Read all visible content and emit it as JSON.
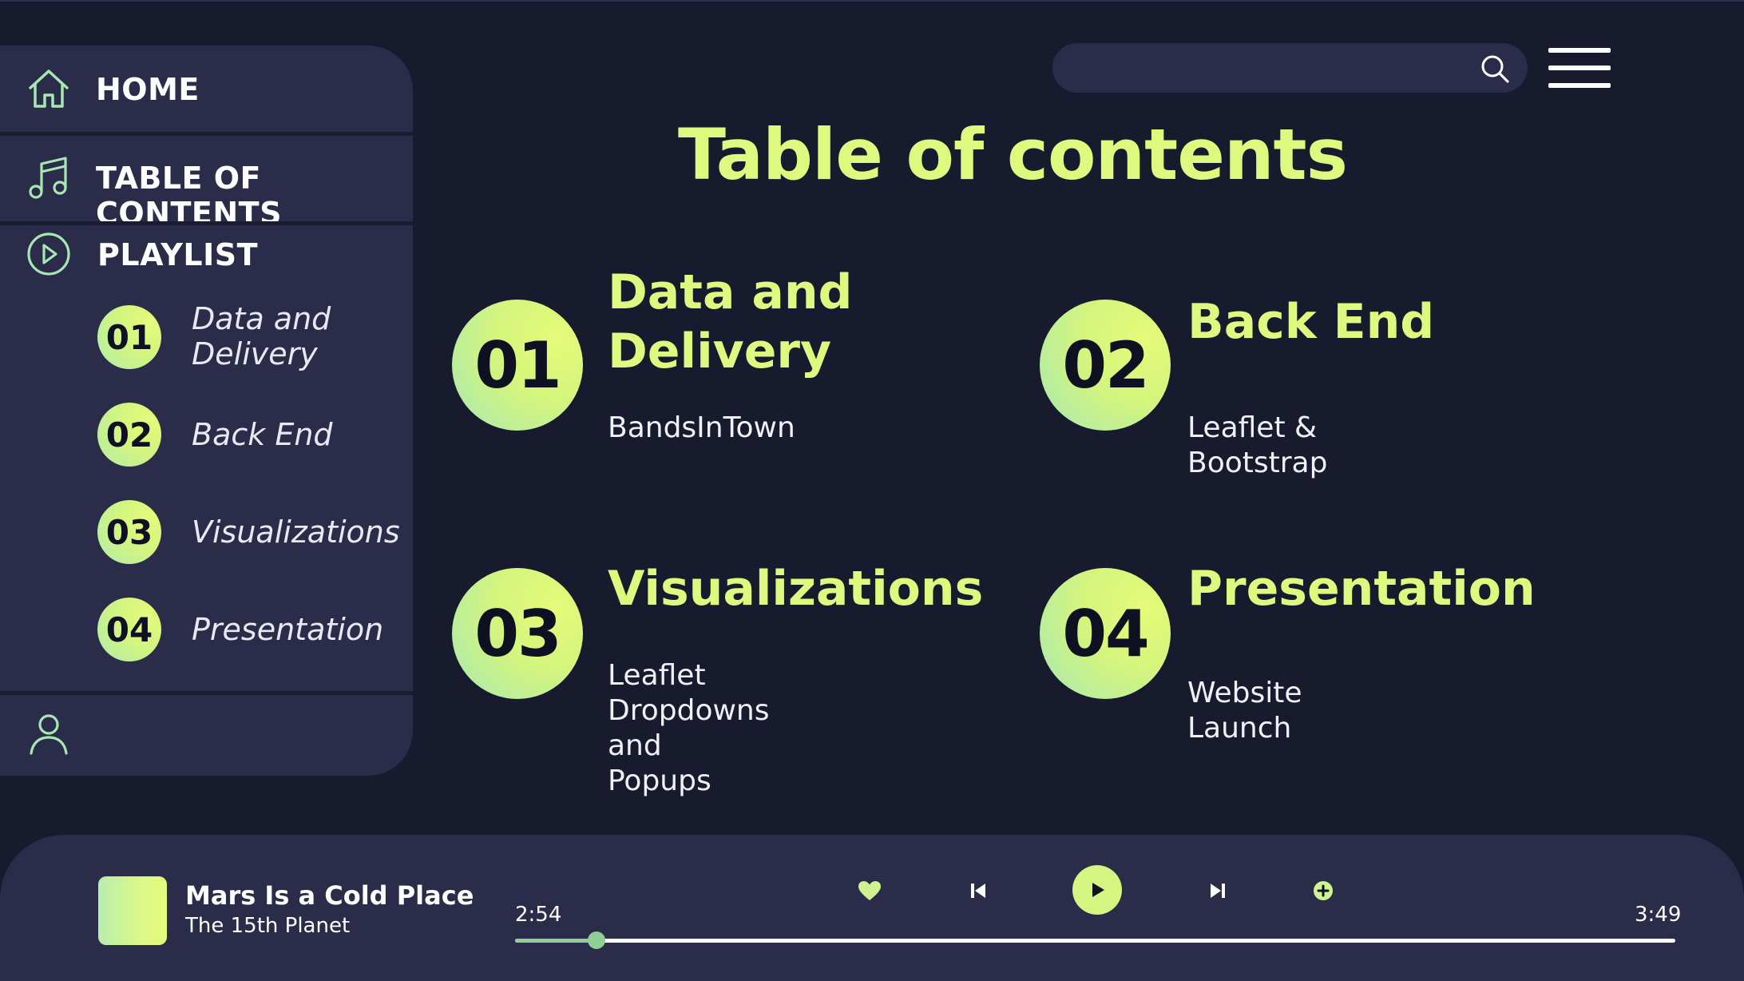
{
  "nav": {
    "home": "HOME",
    "toc": "TABLE OF CONTENTS",
    "playlist": "PLAYLIST"
  },
  "playlist_items": [
    {
      "num": "01",
      "line1": "Data and",
      "line2": "Delivery"
    },
    {
      "num": "02",
      "line1": "Back End",
      "line2": ""
    },
    {
      "num": "03",
      "line1": "Visualizations",
      "line2": ""
    },
    {
      "num": "04",
      "line1": "Presentation",
      "line2": ""
    }
  ],
  "page_title": "Table of contents",
  "sections": [
    {
      "num": "01",
      "title1": "Data and",
      "title2": "Delivery",
      "sub1": "BandsInTown",
      "sub2": ""
    },
    {
      "num": "02",
      "title1": "Back End",
      "title2": "",
      "sub1": "Leaflet & Bootstrap",
      "sub2": ""
    },
    {
      "num": "03",
      "title1": "Visualizations",
      "title2": "",
      "sub1": "Leaflet Dropdowns and",
      "sub2": "Popups"
    },
    {
      "num": "04",
      "title1": "Presentation",
      "title2": "",
      "sub1": "Website Launch",
      "sub2": ""
    }
  ],
  "player": {
    "song_title": "Mars Is a Cold Place",
    "artist": "The 15th Planet",
    "elapsed": "2:54",
    "duration": "3:49",
    "progress_fraction": 0.07
  },
  "colors": {
    "background": "#181a2e",
    "panel": "#2a2c4a",
    "accent": "#def97e",
    "accent_secondary": "#a6e8b3"
  },
  "icons": {
    "home": "home-icon",
    "toc": "music-note-icon",
    "playlist": "play-circle-icon",
    "profile": "user-icon",
    "search": "search-icon",
    "menu": "hamburger-menu-icon",
    "like": "heart-icon",
    "previous": "skip-previous-icon",
    "play": "play-icon",
    "next": "skip-next-icon",
    "add": "add-circle-icon"
  }
}
